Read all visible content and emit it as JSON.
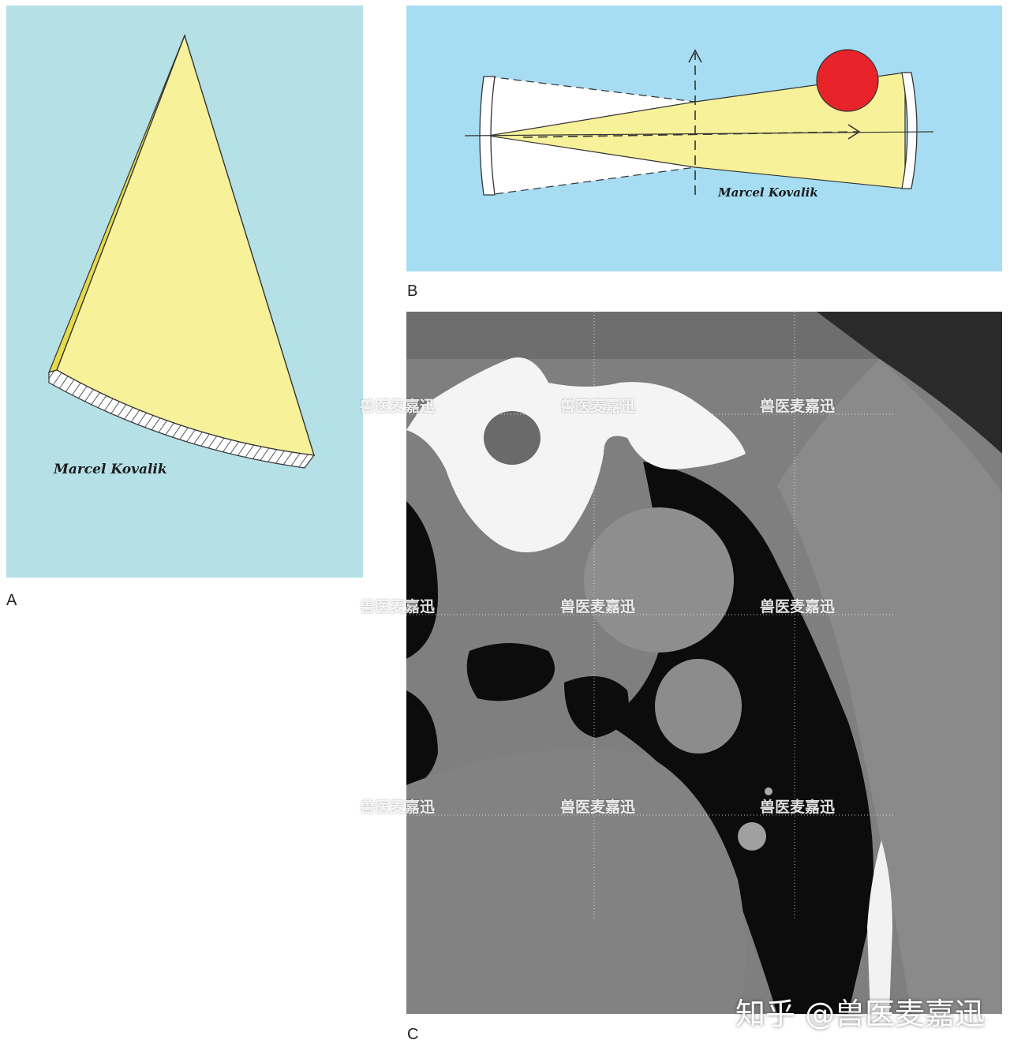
{
  "panels": {
    "a": {
      "label": "A",
      "signature": "Marcel Kovalik"
    },
    "b": {
      "label": "B",
      "signature": "Marcel Kovalik"
    },
    "c": {
      "label": "C"
    }
  },
  "watermark": {
    "text": "兽医麦嘉迅",
    "footer": "知乎 @兽医麦嘉迅"
  },
  "colors": {
    "panel_a_bg": "#b4e0e6",
    "panel_b_bg": "#a6ddf2",
    "beam_yellow": "#f7f19a",
    "target_red": "#e8232a"
  }
}
